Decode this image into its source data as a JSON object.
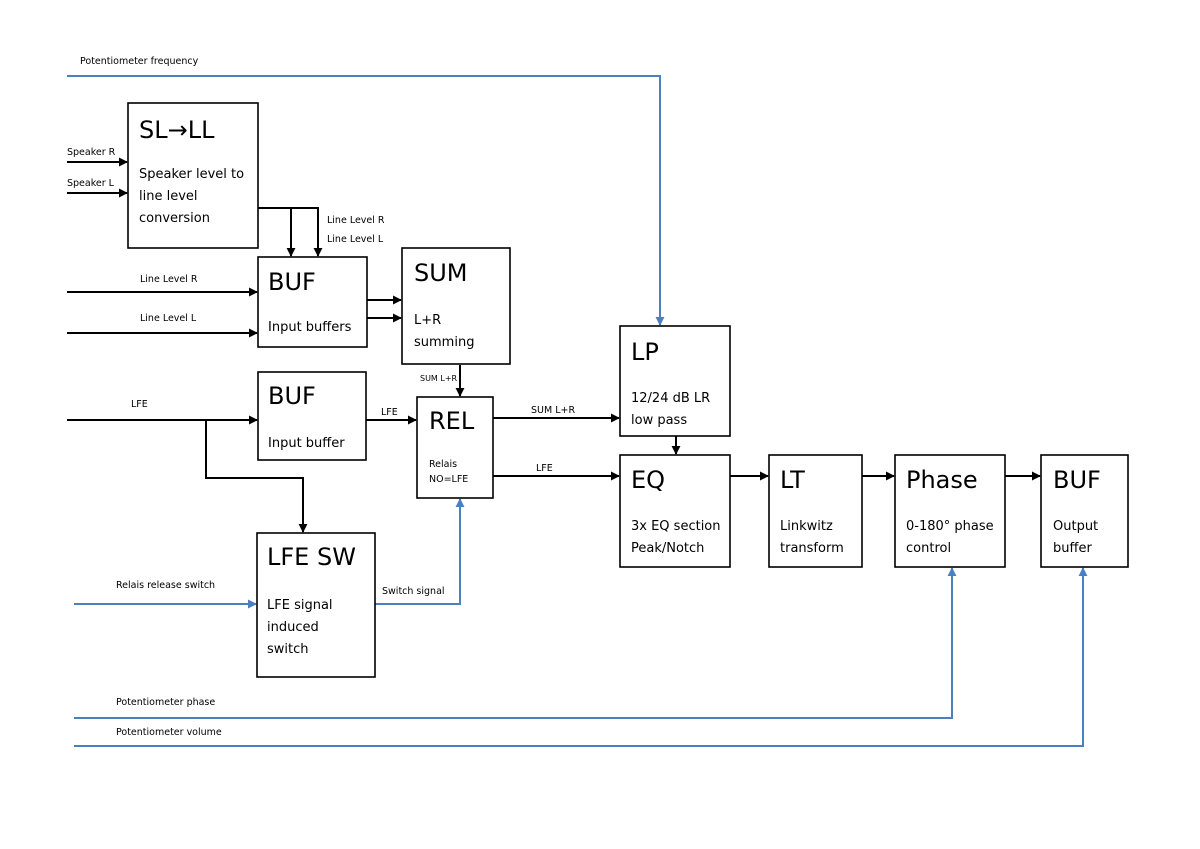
{
  "blocks": {
    "slll": {
      "title": "SL→LL",
      "desc": [
        "Speaker level to",
        "line level",
        "conversion"
      ]
    },
    "buf_in": {
      "title": "BUF",
      "desc": [
        "Input buffers"
      ]
    },
    "sum": {
      "title": "SUM",
      "desc": [
        "L+R",
        "summing"
      ]
    },
    "buf_lfe": {
      "title": "BUF",
      "desc": [
        "Input buffer"
      ]
    },
    "rel": {
      "title": "REL",
      "desc": [
        "Relais",
        "NO=LFE"
      ]
    },
    "lfesw": {
      "title": "LFE SW",
      "desc": [
        "LFE signal",
        "induced",
        "switch"
      ]
    },
    "lp": {
      "title": "LP",
      "desc": [
        "12/24 dB LR",
        "low pass"
      ]
    },
    "eq": {
      "title": "EQ",
      "desc": [
        "3x EQ section",
        "Peak/Notch"
      ]
    },
    "lt": {
      "title": "LT",
      "desc": [
        "Linkwitz",
        "transform"
      ]
    },
    "phase": {
      "title": "Phase",
      "desc": [
        "0-180° phase",
        "control"
      ]
    },
    "buf_out": {
      "title": "BUF",
      "desc": [
        "Output",
        "buffer"
      ]
    }
  },
  "labels": {
    "pot_freq": "Potentiometer frequency",
    "speaker_r": "Speaker R",
    "speaker_l": "Speaker L",
    "line_r_slll": "Line Level R",
    "line_l_slll": "Line Level L",
    "line_r_in": "Line Level R",
    "line_l_in": "Line Level L",
    "lfe_in": "LFE",
    "lfe_rel": "LFE",
    "sum_rel": "SUM L+R",
    "sum_lp": "SUM L+R",
    "lfe_eq": "LFE",
    "relais_release": "Relais release switch",
    "switch_signal": "Switch signal",
    "pot_phase": "Potentiometer phase",
    "pot_volume": "Potentiometer volume"
  },
  "colors": {
    "signal_line": "#000000",
    "control_line": "#4a7fc0"
  }
}
